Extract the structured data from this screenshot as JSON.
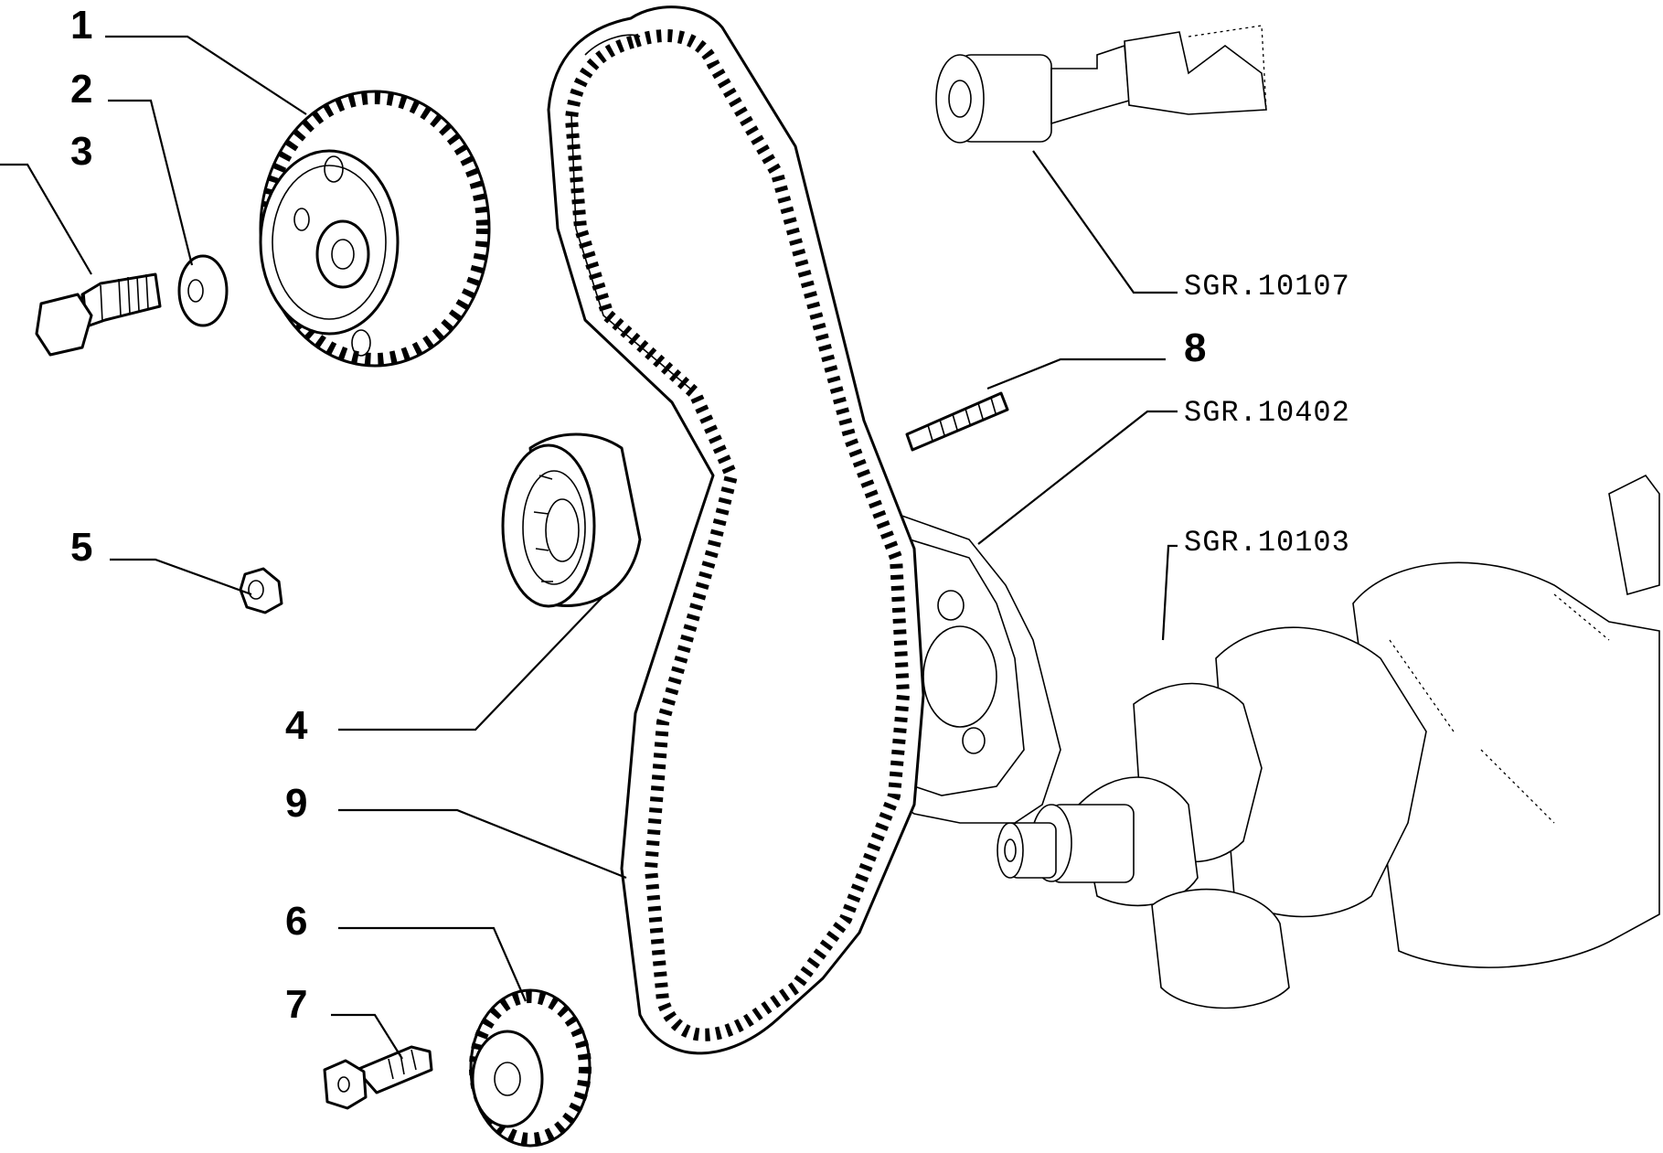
{
  "callouts": [
    {
      "id": "1"
    },
    {
      "id": "2"
    },
    {
      "id": "3"
    },
    {
      "id": "4"
    },
    {
      "id": "5"
    },
    {
      "id": "6"
    },
    {
      "id": "7"
    },
    {
      "id": "8"
    },
    {
      "id": "9"
    }
  ],
  "references": [
    {
      "code": "SGR.10107"
    },
    {
      "code": "SGR.10402"
    },
    {
      "code": "SGR.10103"
    }
  ]
}
